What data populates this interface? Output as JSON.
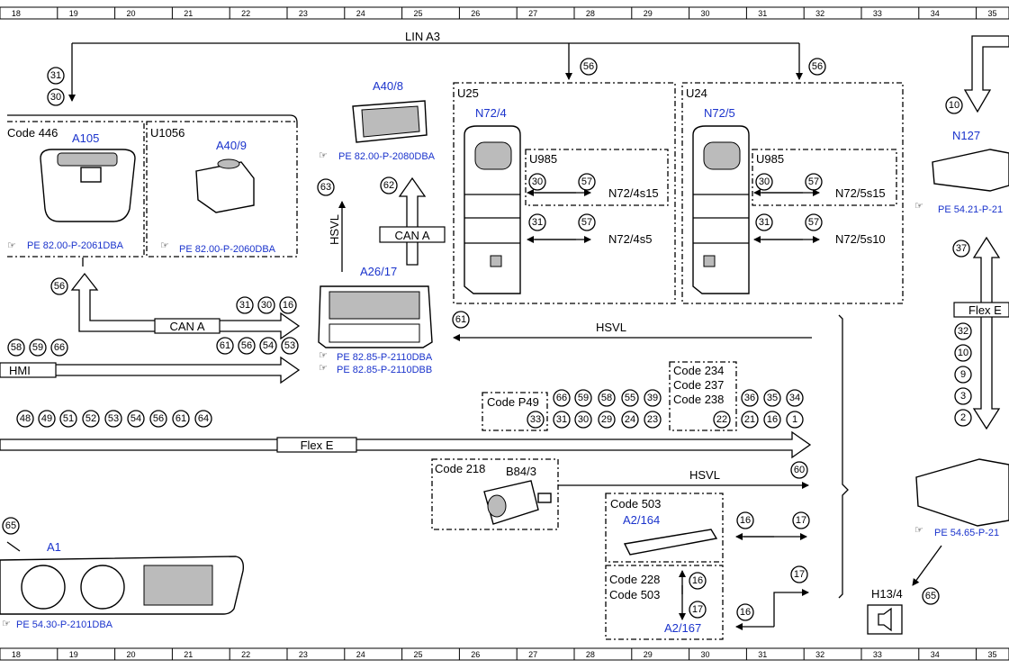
{
  "grid": {
    "columns": [
      "18",
      "19",
      "20",
      "21",
      "22",
      "23",
      "24",
      "25",
      "26",
      "27",
      "28",
      "29",
      "30",
      "31",
      "32",
      "33",
      "34",
      "35"
    ]
  },
  "buses": {
    "lin": "LIN A3",
    "can_mid": "CAN A",
    "can_left": "CAN A",
    "hsvl_vertical": "HSVL",
    "hsvl_mid": "HSVL",
    "hsvl_bottom": "HSVL",
    "flex_e": "Flex E",
    "flex_right": "Flex E",
    "hmi": "HMI"
  },
  "groups": {
    "code_446": "Code 446",
    "u1056": "U1056",
    "u25": "U25",
    "u24": "U24",
    "u985_left": "U985",
    "u985_right": "U985",
    "code_218": "Code 218",
    "code_503": "Code 503",
    "code_228_503": [
      "Code 228",
      "Code 503"
    ],
    "code_p49": "Code P49",
    "code_234_group": [
      "Code 234",
      "Code 237",
      "Code 238"
    ]
  },
  "components": {
    "a105": "A105",
    "a40_9": "A40/9",
    "a40_8": "A40/8",
    "a26_17": "A26/17",
    "n72_4": "N72/4",
    "n72_5": "N72/5",
    "n72_4s15": "N72/4s15",
    "n72_4s5": "N72/4s5",
    "n72_5s15": "N72/5s15",
    "n72_5s10": "N72/5s10",
    "n127": "N127",
    "b84_3": "B84/3",
    "a2_164": "A2/164",
    "a2_167": "A2/167",
    "a1": "A1",
    "h13_4": "H13/4"
  },
  "doc_refs": {
    "a105": "PE 82.00-P-2061DBA",
    "a40_9": "PE 82.00-P-2060DBA",
    "a40_8": "PE 82.00-P-2080DBA",
    "a26_17_a": "PE 82.85-P-2110DBA",
    "a26_17_b": "PE 82.85-P-2110DBB",
    "n127": "PE 54.21-P-21",
    "right_ecu": "PE 54.65-P-21",
    "a1": "PE 54.30-P-2101DBA"
  },
  "connection_numbers": {
    "lin_left": [
      "31",
      "30"
    ],
    "lin_u25": "56",
    "lin_u24": "56",
    "n127_in": "10",
    "a40_8_up": "62",
    "hsvl_up": "63",
    "u25_row1": [
      "30",
      "57"
    ],
    "u25_row2": [
      "31",
      "57"
    ],
    "u24_row1": [
      "30",
      "57"
    ],
    "u24_row2": [
      "31",
      "57"
    ],
    "can_left_up": "56",
    "can_a_row": [
      "31",
      "30",
      "16"
    ],
    "hmi_top": [
      "58",
      "59",
      "66"
    ],
    "hmi_bottom": [
      "61",
      "56",
      "54",
      "53"
    ],
    "hsvl_mid_left": "61",
    "flex_right_top": "37",
    "flex_right_stack": [
      "32",
      "10",
      "9",
      "3",
      "2"
    ],
    "p49_top": [
      "66",
      "59",
      "58",
      "55",
      "39"
    ],
    "p49_code": "33",
    "p49_bottom": [
      "31",
      "30",
      "29",
      "24",
      "23"
    ],
    "code234_bottom": "22",
    "right_top": [
      "36",
      "35",
      "34"
    ],
    "right_bottom": [
      "21",
      "16",
      "1"
    ],
    "flex_e_row": [
      "48",
      "49",
      "51",
      "52",
      "53",
      "54",
      "56",
      "61",
      "64"
    ],
    "hsvl_bottom_right": "60",
    "a2_164_left": "16",
    "a2_164_right": "17",
    "a2_167_top": "16",
    "a2_167_bottom": "17",
    "a2_167_left": "16",
    "a2_167_right": "17",
    "a1_corner": "65",
    "h13_4": "65"
  }
}
